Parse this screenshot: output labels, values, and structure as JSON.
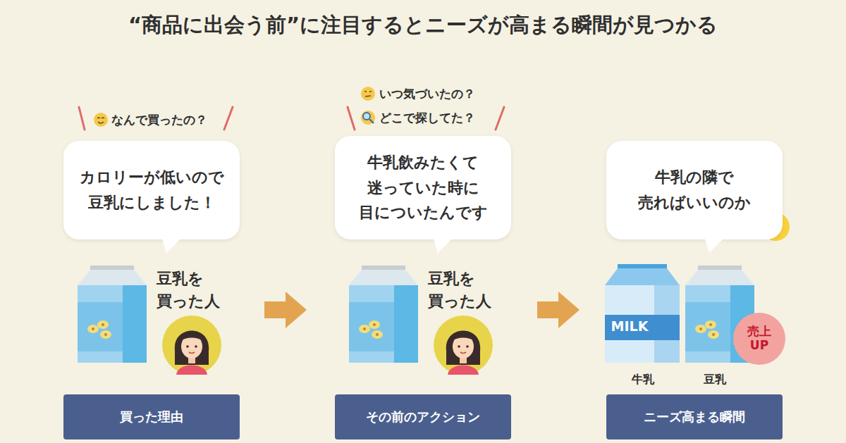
{
  "diagram": {
    "title": "“商品に出会う前”に注目するとニーズが高まる瞬間が見つかる",
    "nodes": [
      {
        "text": [
          "カロリーが低いので 豆乳にしました！"
        ]
      },
      {
        "text": [
          "買った理由"
        ]
      },
      {
        "text": [
          "牛乳飲みたくて 迷っていた時に 目についたんです"
        ]
      },
      {
        "text": [
          "その前のアクション"
        ]
      },
      {
        "text": [
          "牛乳の隣で 売ればいいのか"
        ]
      },
      {
        "text": [
          "ニーズ高まる瞬間"
        ]
      },
      {
        "text": [
          "売上 UP"
        ]
      }
    ],
    "labels": [
      "なんで買ったの？",
      "豆乳を 買った人",
      "いつ気づいたの？",
      "どこで探してた？",
      "豆乳を 買った人",
      "MILK",
      "牛乳",
      "豆乳"
    ]
  }
}
